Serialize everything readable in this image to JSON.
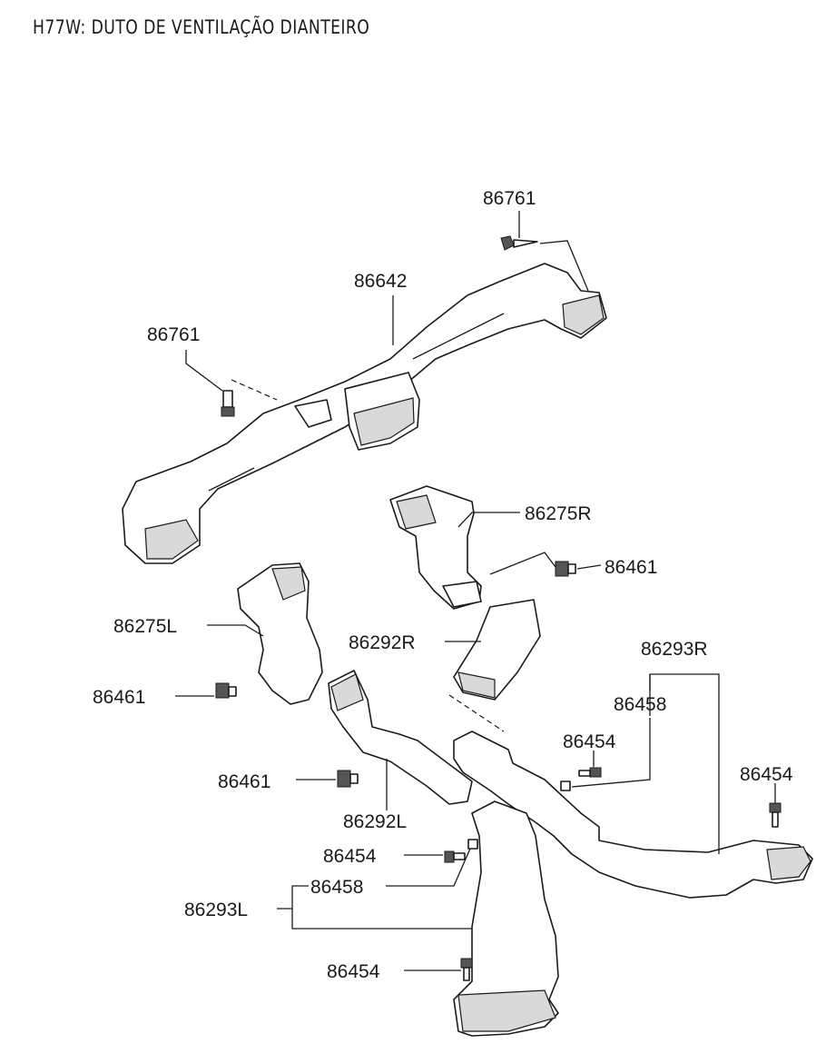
{
  "title": "H77W: DUTO DE VENTILAÇÃO DIANTEIRO",
  "labels": {
    "p86761_top": "86761",
    "p86642": "86642",
    "p86761_left": "86761",
    "p86275R": "86275R",
    "p86461_r": "86461",
    "p86275L": "86275L",
    "p86292R": "86292R",
    "p86293R": "86293R",
    "p86461_l": "86461",
    "p86458_r": "86458",
    "p86454_r1": "86454",
    "p86454_r2": "86454",
    "p86461_c": "86461",
    "p86292L": "86292L",
    "p86454_l1": "86454",
    "p86458_l": "86458",
    "p86293L": "86293L",
    "p86454_l2": "86454"
  }
}
